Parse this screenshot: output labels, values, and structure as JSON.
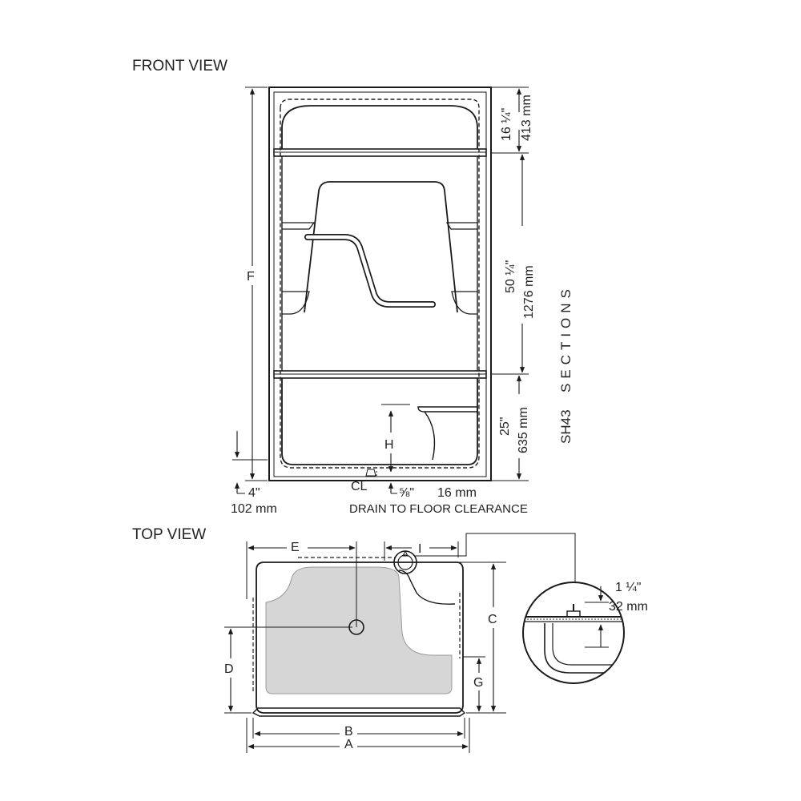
{
  "front_view": {
    "title": "FRONT VIEW",
    "label_f": "F",
    "label_h": "H",
    "dim_top_in": "16 ¼\"",
    "dim_top_mm": "413 mm",
    "dim_mid_in": "50 ¼\"",
    "dim_mid_mm": "1276 mm",
    "dim_bot_in": "25\"",
    "dim_bot_mm": "635 mm",
    "dim_base_in": "4\"",
    "dim_base_mm": "102 mm",
    "centerline": "CL",
    "drain_in": "⅝\"",
    "drain_mm": "16 mm",
    "drain_caption": "DRAIN TO FLOOR CLEARANCE"
  },
  "side_label": {
    "model": "SH43",
    "sections": "SECTIONS"
  },
  "top_view": {
    "title": "TOP VIEW",
    "label_a": "A",
    "label_b": "B",
    "label_c": "C",
    "label_d": "D",
    "label_e": "E",
    "label_g": "G",
    "label_i": "I",
    "detail_in": "1 ¼\"",
    "detail_mm": "32 mm"
  }
}
